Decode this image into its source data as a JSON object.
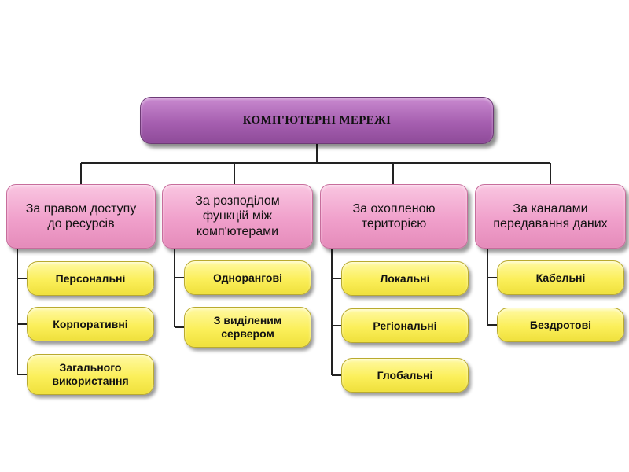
{
  "root": {
    "label": "КОМП'ЮТЕРНІ МЕРЕЖІ"
  },
  "categories": [
    {
      "label": "За правом доступу\nдо ресурсів",
      "items": [
        {
          "label": "Персональні"
        },
        {
          "label": "Корпоративні"
        },
        {
          "label": "Загального\nвикористання"
        }
      ]
    },
    {
      "label": "За розподілом\nфункцій між\nкомп'ютерами",
      "items": [
        {
          "label": "Однорангові"
        },
        {
          "label": "З виділеним\nсервером"
        }
      ]
    },
    {
      "label": "За охопленою\nтериторією",
      "items": [
        {
          "label": "Локальні"
        },
        {
          "label": "Регіональні"
        },
        {
          "label": "Глобальні"
        }
      ]
    },
    {
      "label": "За каналами\nпередавання даних",
      "items": [
        {
          "label": "Кабельні"
        },
        {
          "label": "Бездротові"
        }
      ]
    }
  ]
}
